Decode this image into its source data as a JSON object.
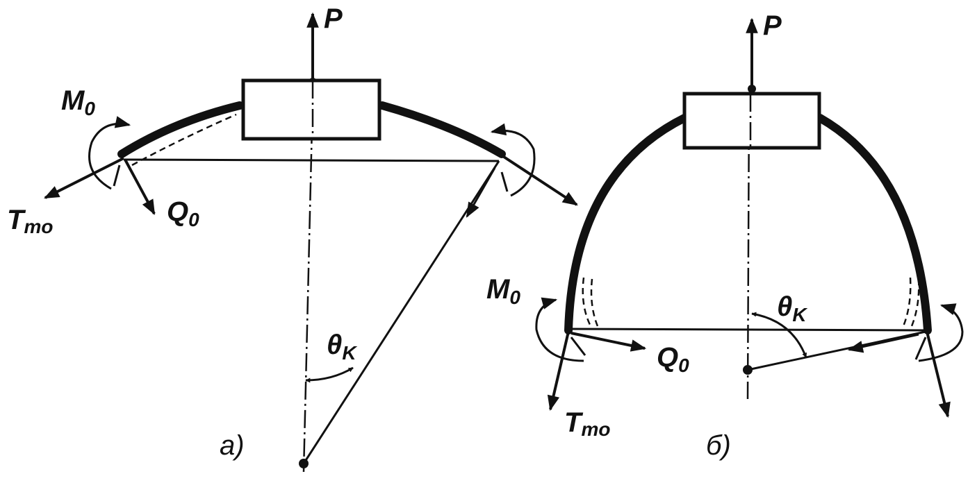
{
  "labels": {
    "force_p": "P",
    "moment_m": "M",
    "moment_m_sub": "0",
    "shear_q": "Q",
    "shear_q_sub": "0",
    "tension_t": "T",
    "tension_t_sub": "mo",
    "angle_theta": "θ",
    "angle_theta_sub": "K"
  },
  "captions": {
    "a": "а)",
    "b": "б)"
  },
  "colors": {
    "ink": "#111111",
    "paper": "#ffffff"
  }
}
